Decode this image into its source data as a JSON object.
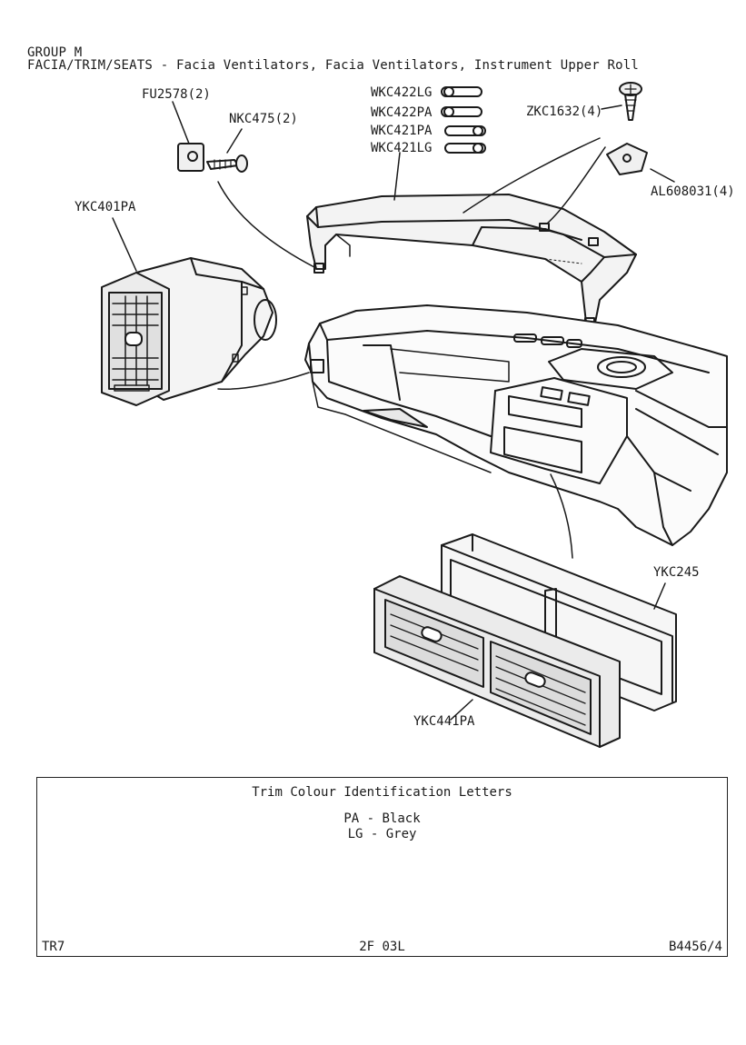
{
  "header": {
    "group": "GROUP M",
    "section": "FACIA/TRIM/SEATS - Facia Ventilators, Facia Ventilators, Instrument Upper Roll"
  },
  "callouts": [
    {
      "id": "fu2578",
      "text": "FU2578(2)"
    },
    {
      "id": "nkc475",
      "text": "NKC475(2)"
    },
    {
      "id": "wkc422lg",
      "text": "WKC422LG"
    },
    {
      "id": "wkc422pa",
      "text": "WKC422PA"
    },
    {
      "id": "wkc421pa",
      "text": "WKC421PA"
    },
    {
      "id": "wkc421lg",
      "text": "WKC421LG"
    },
    {
      "id": "zkc1632",
      "text": "ZKC1632(4)"
    },
    {
      "id": "al608031",
      "text": "AL608031(4)"
    },
    {
      "id": "ykc401pa",
      "text": "YKC401PA"
    },
    {
      "id": "ykc245",
      "text": "YKC245"
    },
    {
      "id": "ykc441pa",
      "text": "YKC441PA"
    }
  ],
  "legend": {
    "title": "Trim Colour Identification Letters",
    "entries": [
      "PA - Black",
      "LG - Grey"
    ]
  },
  "footer": {
    "model": "TR7",
    "page": "2F 03L",
    "ref": "B4456/4"
  }
}
